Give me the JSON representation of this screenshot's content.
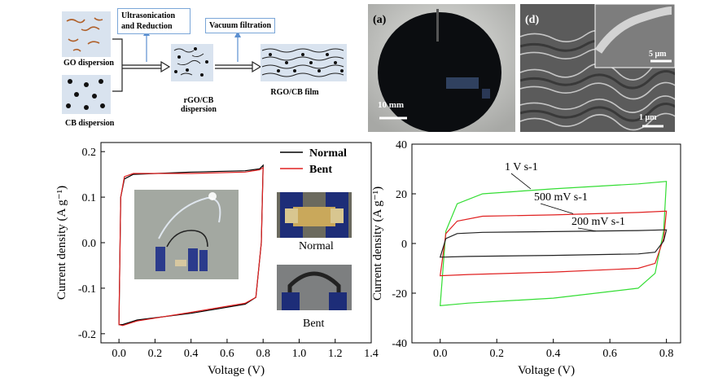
{
  "process": {
    "go_label": "GO dispersion",
    "cb_label": "CB dispersion",
    "step1": "Ultrasonication and Reduction",
    "step2": "Vacuum filtration",
    "mix_label": "rGO/CB dispersion",
    "film_label": "RGO/CB film"
  },
  "photo_a": {
    "panel": "(a)",
    "scale": "10 mm"
  },
  "photo_d": {
    "panel": "(d)",
    "scale_main": "1 μm",
    "scale_inset": "5 μm"
  },
  "insets": {
    "normal": "Normal",
    "bent": "Bent"
  },
  "chart_data": [
    {
      "type": "line",
      "xlabel": "Voltage (V)",
      "ylabel": "Current density (A g⁻¹)",
      "xlim": [
        -0.1,
        1.4
      ],
      "ylim": [
        -0.22,
        0.22
      ],
      "xticks": [
        0.0,
        0.2,
        0.4,
        0.6,
        0.8,
        1.0,
        1.2,
        1.4
      ],
      "yticks": [
        -0.2,
        -0.1,
        0.0,
        0.1,
        0.2
      ],
      "legend": "top-right",
      "series": [
        {
          "name": "Normal",
          "color": "#000000",
          "upper": [
            [
              0.0,
              -0.18
            ],
            [
              0.01,
              0.1
            ],
            [
              0.03,
              0.14
            ],
            [
              0.08,
              0.15
            ],
            [
              0.4,
              0.155
            ],
            [
              0.7,
              0.158
            ],
            [
              0.78,
              0.162
            ],
            [
              0.8,
              0.17
            ]
          ],
          "lower": [
            [
              0.8,
              0.17
            ],
            [
              0.79,
              0.0
            ],
            [
              0.76,
              -0.12
            ],
            [
              0.7,
              -0.135
            ],
            [
              0.4,
              -0.155
            ],
            [
              0.1,
              -0.17
            ],
            [
              0.02,
              -0.18
            ],
            [
              0.0,
              -0.18
            ]
          ]
        },
        {
          "name": "Bent",
          "color": "#e02020",
          "upper": [
            [
              0.0,
              -0.18
            ],
            [
              0.01,
              0.1
            ],
            [
              0.03,
              0.145
            ],
            [
              0.08,
              0.152
            ],
            [
              0.4,
              0.152
            ],
            [
              0.7,
              0.155
            ],
            [
              0.78,
              0.16
            ],
            [
              0.8,
              0.165
            ]
          ],
          "lower": [
            [
              0.8,
              0.165
            ],
            [
              0.79,
              0.0
            ],
            [
              0.76,
              -0.12
            ],
            [
              0.7,
              -0.133
            ],
            [
              0.4,
              -0.153
            ],
            [
              0.1,
              -0.172
            ],
            [
              0.02,
              -0.182
            ],
            [
              0.0,
              -0.18
            ]
          ]
        }
      ]
    },
    {
      "type": "line",
      "xlabel": "Voltage (V)",
      "ylabel": "Current density (A g⁻¹)",
      "xlim": [
        -0.1,
        0.85
      ],
      "ylim": [
        -40,
        40
      ],
      "xticks": [
        0.0,
        0.2,
        0.4,
        0.6,
        0.8
      ],
      "yticks": [
        -40,
        -20,
        0,
        20,
        40
      ],
      "series": [
        {
          "name": "1 V s-1",
          "color": "#33dd33",
          "upper": [
            [
              0.0,
              -25
            ],
            [
              0.02,
              5
            ],
            [
              0.06,
              16
            ],
            [
              0.15,
              20
            ],
            [
              0.4,
              22
            ],
            [
              0.7,
              24
            ],
            [
              0.8,
              25
            ]
          ],
          "lower": [
            [
              0.8,
              25
            ],
            [
              0.79,
              5
            ],
            [
              0.76,
              -12
            ],
            [
              0.7,
              -18
            ],
            [
              0.4,
              -22
            ],
            [
              0.1,
              -24
            ],
            [
              0.0,
              -25
            ]
          ]
        },
        {
          "name": "500 mV s-1",
          "color": "#e02020",
          "upper": [
            [
              0.0,
              -13
            ],
            [
              0.02,
              4
            ],
            [
              0.06,
              9
            ],
            [
              0.15,
              11
            ],
            [
              0.4,
              11.5
            ],
            [
              0.7,
              12.5
            ],
            [
              0.8,
              13
            ]
          ],
          "lower": [
            [
              0.8,
              13
            ],
            [
              0.79,
              2
            ],
            [
              0.76,
              -8
            ],
            [
              0.7,
              -10
            ],
            [
              0.4,
              -11.5
            ],
            [
              0.1,
              -12.5
            ],
            [
              0.0,
              -13
            ]
          ]
        },
        {
          "name": "200 mV s-1",
          "color": "#222222",
          "upper": [
            [
              0.0,
              -5.5
            ],
            [
              0.02,
              2
            ],
            [
              0.06,
              4
            ],
            [
              0.15,
              4.5
            ],
            [
              0.4,
              4.8
            ],
            [
              0.7,
              5.2
            ],
            [
              0.8,
              5.5
            ]
          ],
          "lower": [
            [
              0.8,
              5.5
            ],
            [
              0.79,
              1
            ],
            [
              0.76,
              -3.5
            ],
            [
              0.7,
              -4.2
            ],
            [
              0.4,
              -4.8
            ],
            [
              0.1,
              -5.2
            ],
            [
              0.0,
              -5.5
            ]
          ]
        }
      ]
    }
  ]
}
